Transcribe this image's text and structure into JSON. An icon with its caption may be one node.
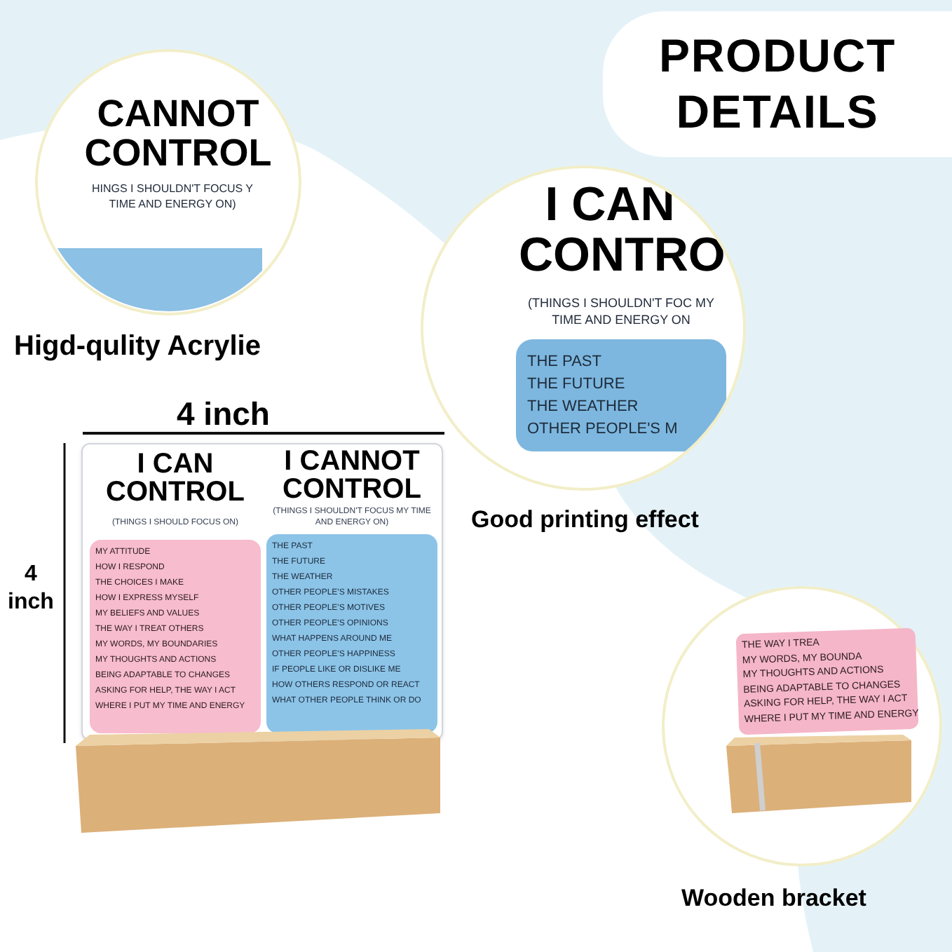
{
  "diagram": {
    "title": "PRODUCT DETAILS",
    "nodes": [
      {
        "text": [
          "CANNOT CONTROL",
          "HINGS I SHOULDN'T FOCUS Y TIME AND ENERGY ON)"
        ],
        "beside": [
          "Higd-qulity Acrylie"
        ]
      },
      {
        "text": [
          "I CAN CONTRO",
          "(THINGS I SHOULDN'T FOC MY TIME AND ENERGY ON"
        ],
        "beside": [
          "Good printing effect"
        ]
      },
      {
        "text": [
          "THE PAST",
          "THE FUTURE",
          "THE WEATHER",
          "OTHER PEOPLE'S M"
        ],
        "in": 1
      },
      {
        "text": [],
        "shape": "circle",
        "beside": [
          "Wooden bracket"
        ]
      },
      {
        "text": [
          "THE WAY I TREA",
          "MY WORDS, MY BOUNDA",
          "MY THOUGHTS AND ACTIONS",
          "BEING ADAPTABLE TO CHANGES",
          "ASKING FOR HELP, THE WAY I ACT",
          "WHERE I PUT MY TIME AND ENERGY"
        ],
        "in": 3
      },
      {
        "text": [],
        "shape": "box"
      },
      {
        "text": [
          "I CAN CONTROL",
          "(THINGS I SHOULD FOCUS ON)",
          "MY ATTITUDE",
          "HOW I RESPOND",
          "THE CHOICES I MAKE",
          "HOW I EXPRESS MYSELF",
          "MY BELIEFS AND VALUES",
          "THE WAY I TREAT OTHERS",
          "MY WORDS, MY BOUNDARIES",
          "MY THOUGHTS AND ACTIONS",
          "BEING ADAPTABLE TO CHANGES",
          "ASKING FOR HELP, THE WAY I ACT",
          "WHERE I PUT MY TIME AND ENERGY"
        ],
        "in": 5
      },
      {
        "text": [
          "I CANNOT CONTROL",
          "(THINGS I SHOULDN'T FOCUS MY TIME AND ENERGY ON)",
          "THE PAST",
          "THE FUTURE",
          "THE WEATHER",
          "OTHER PEOPLE'S MISTAKES",
          "OTHER PEOPLE'S MOTIVES",
          "OTHER PEOPLE'S OPINIONS",
          "WHAT HAPPENS AROUND ME",
          "OTHER PEOPLE'S HAPPINESS",
          "IF PEOPLE LIKE OR DISLIKE ME",
          "HOW OTHERS RESPOND OR REACT",
          "WHAT OTHER PEOPLE THINK OR DO"
        ],
        "in": 5
      }
    ],
    "labels": [
      "4 inch",
      "4 inch"
    ]
  }
}
